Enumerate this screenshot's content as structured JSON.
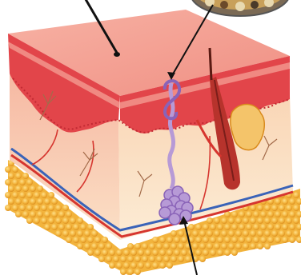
{
  "figure": {
    "subject": "skin-cross-section-with-sweat-gland",
    "colors": {
      "background": "#ffffff",
      "epidermis_top": "#f4a59a",
      "epidermis_band": "#e2454a",
      "dermis": "#f7c7a8",
      "dermis_light": "#fbe2c8",
      "fat": "#f2b33c",
      "fat_dark": "#d98a1c",
      "vein": "#3a63b8",
      "artery": "#d6362f",
      "sweat_gland": "#b79ad6",
      "sweat_gland_dark": "#8a63b8",
      "hair": "#b7332c",
      "nerve": "#a36b4a",
      "arrow": "#111111",
      "inset": "#c8a05a"
    },
    "icons": [
      "pointer-arrow",
      "magnifier-inset",
      "sweat-gland-coil",
      "hair-follicle",
      "sebaceous-gland",
      "fat-lobules"
    ]
  }
}
